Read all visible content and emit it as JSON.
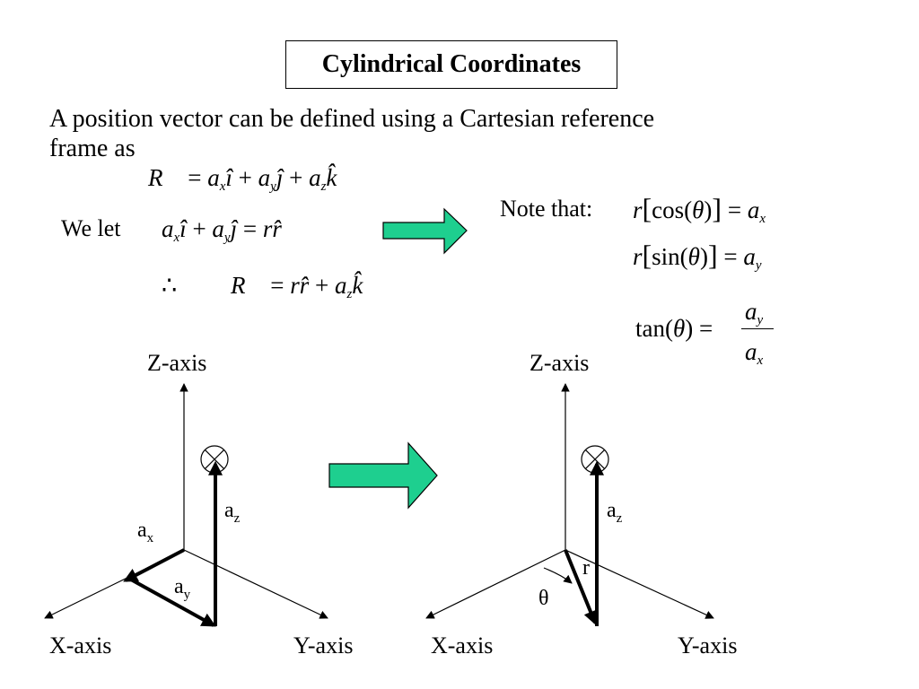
{
  "title": "Cylindrical Coordinates",
  "intro": {
    "line1": "A position vector can be defined using a Cartesian reference",
    "line2": "frame as"
  },
  "equations": {
    "r_def": "R = a_x î + a_y ĵ + a_z k̂",
    "we_let_label": "We let",
    "we_let_eq": "a_x î + a_y ĵ = r r̂",
    "therefore_symbol": "∴",
    "therefore_eq": "R = r r̂ + a_z k̂"
  },
  "note": {
    "label": "Note that:",
    "eq1": "r[cos(θ)] = a_x",
    "eq2": "r[sin(θ)] = a_y",
    "eq3": "tan(θ) = a_y / a_x"
  },
  "symbols": {
    "a": "a",
    "x": "x",
    "y": "y",
    "z": "z",
    "i_hat": "î",
    "j_hat": "ĵ",
    "k_hat": "k̂",
    "r_hat": "r̂",
    "R_vec": "R⃗",
    "r": "r",
    "theta": "θ",
    "plus": "+",
    "equals": "=",
    "cos": "cos(",
    "sin": "sin(",
    "tan": "tan(",
    "close_paren": ")",
    "lbracket": "[",
    "rbracket": "]"
  },
  "diagram_left": {
    "z_axis": "Z-axis",
    "x_axis": "X-axis",
    "y_axis": "Y-axis",
    "ax_label": "a",
    "ax_sub": "x",
    "ay_label": "a",
    "ay_sub": "y",
    "az_label": "a",
    "az_sub": "z"
  },
  "diagram_right": {
    "z_axis": "Z-axis",
    "x_axis": "X-axis",
    "y_axis": "Y-axis",
    "az_label": "a",
    "az_sub": "z",
    "r_label": "r",
    "theta_label": "θ"
  },
  "colors": {
    "arrow_fill": "#1ecf8f",
    "arrow_stroke": "#000000",
    "ink": "#000000"
  }
}
